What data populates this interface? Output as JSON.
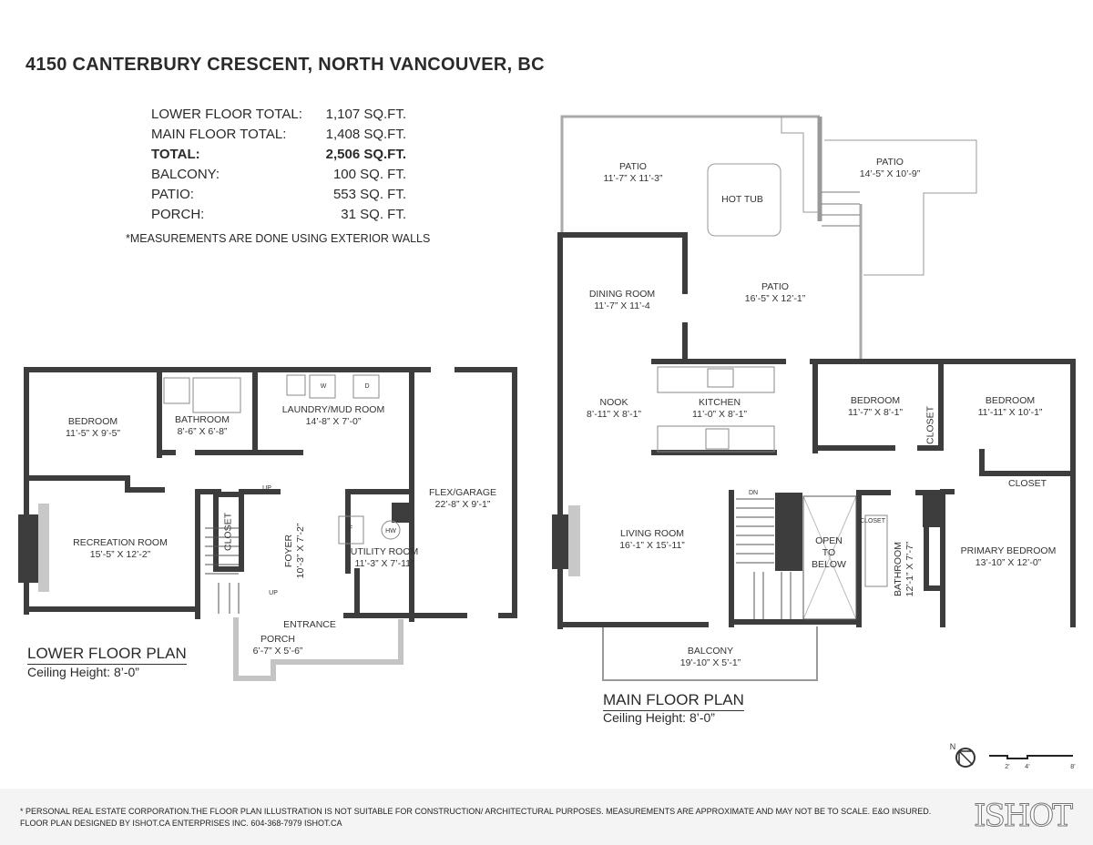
{
  "title": "4150 CANTERBURY CRESCENT, NORTH VANCOUVER, BC",
  "totals": [
    {
      "label": "LOWER FLOOR TOTAL:",
      "value": "1,107 SQ.FT.",
      "bold": false
    },
    {
      "label": "MAIN FLOOR TOTAL:",
      "value": "1,408 SQ.FT.",
      "bold": false
    },
    {
      "label": "TOTAL:",
      "value": "2,506 SQ.FT.",
      "bold": true
    },
    {
      "label": "BALCONY:",
      "value": "100 SQ. FT.",
      "bold": false
    },
    {
      "label": "PATIO:",
      "value": "553 SQ. FT.",
      "bold": false
    },
    {
      "label": "PORCH:",
      "value": "31 SQ. FT.",
      "bold": false
    }
  ],
  "note": "*MEASUREMENTS ARE DONE USING EXTERIOR WALLS",
  "lower": {
    "plan_title": "LOWER FLOOR PLAN",
    "ceiling": "Ceiling Height: 8’-0”",
    "rooms": {
      "bedroom": [
        "BEDROOM",
        "11’-5” X 9’-5”"
      ],
      "bathroom": [
        "BATHROOM",
        "8’-6” X 6’-8”"
      ],
      "laundry": [
        "LAUNDRY/MUD ROOM",
        "14’-8” X 7’-0”"
      ],
      "recreation": [
        "RECREATION ROOM",
        "15’-5” X 12’-2”"
      ],
      "closet": [
        "CLOSET"
      ],
      "foyer": [
        "FOYER",
        "10’-3” X 7’-2”"
      ],
      "utility": [
        "UTILITY ROOM",
        "11’-3” X 7’-11”"
      ],
      "garage": [
        "FLEX/GARAGE",
        "22’-8” X 9’-1”"
      ],
      "entrance": [
        "ENTRANCE"
      ],
      "porch": [
        "PORCH",
        "6’-7” X 5’-6”"
      ]
    },
    "fixtures": {
      "washer": "W",
      "dryer": "D",
      "furnace": "F",
      "hot_water": "HW",
      "up1": "UP",
      "up2": "UP"
    }
  },
  "main": {
    "plan_title": "MAIN FLOOR PLAN",
    "ceiling": "Ceiling Height: 8’-0”",
    "rooms": {
      "patio1": [
        "PATIO",
        "11’-7” X 11’-3”"
      ],
      "hottub": [
        "HOT TUB"
      ],
      "patio2": [
        "PATIO",
        "14’-5” X 10’-9”"
      ],
      "dining": [
        "DINING ROOM",
        "11’-7” X 11’-4"
      ],
      "patio3": [
        "PATIO",
        "16’-5” X 12’-1”"
      ],
      "nook": [
        "NOOK",
        "8’-11” X 8’-1”"
      ],
      "kitchen": [
        "KITCHEN",
        "11’-0” X 8’-1”"
      ],
      "bedroom1": [
        "BEDROOM",
        "11’-7” X 8’-1”"
      ],
      "closet1": [
        "CLOSET"
      ],
      "bedroom2": [
        "BEDROOM",
        "11’-11” X 10’-1”"
      ],
      "closet2": [
        "CLOSET"
      ],
      "living": [
        "LIVING ROOM",
        "16’-1” X 15’-11”"
      ],
      "open": [
        "OPEN",
        "TO",
        "BELOW"
      ],
      "closet3": [
        "CLOSET"
      ],
      "bathroom": [
        "BATHROOM",
        "12’-1” X 7’-7”"
      ],
      "primary": [
        "PRIMARY BEDROOM",
        "13’-10” X 12’-0”"
      ],
      "balcony": [
        "BALCONY",
        "19’-10” X 5’-1”"
      ]
    },
    "stairs_label": "DN"
  },
  "compass": "N",
  "scale": [
    "2’",
    "4’",
    "8’"
  ],
  "footer": {
    "line1": "* PERSONAL REAL ESTATE CORPORATION.THE FLOOR PLAN ILLUSTRATION IS NOT SUITABLE FOR CONSTRUCTION/ ARCHITECTURAL PURPOSES. MEASUREMENTS ARE APPROXIMATE AND MAY NOT BE TO SCALE. E&O INSURED.",
    "line2": "FLOOR PLAN DESIGNED BY ISHOT.CA ENTERPRISES INC. 604-368-7979  ISHOT.CA",
    "logo": "ISHOT"
  },
  "colors": {
    "wall": "#3d3d3d",
    "exterior_outline": "#b0b0b0",
    "footer_bg": "#f4f4f4"
  }
}
